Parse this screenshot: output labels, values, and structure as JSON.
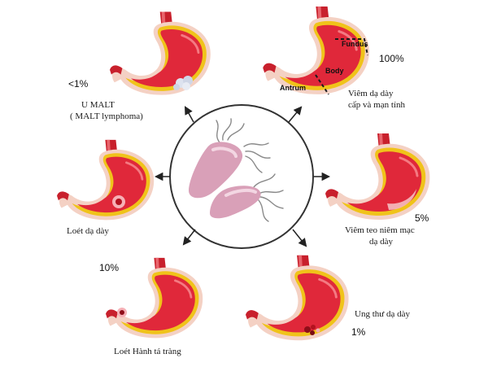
{
  "colors": {
    "stomach_outer": "#f4d1c4",
    "stomach_inner": "#e0283a",
    "stomach_lining": "#f0c31a",
    "esophagus": "#c8202c",
    "arrow": "#222222",
    "circle_border": "#333333",
    "bacteria": "#d9a0b8"
  },
  "center": {
    "icon": "h-pylori-bacteria-icon"
  },
  "stomachs": {
    "malt": {
      "icon": "stomach-malt-icon",
      "percent": "<1%",
      "label_lines": [
        "U MALT",
        "( MALT lymphoma)"
      ]
    },
    "gastritis": {
      "icon": "stomach-gastritis-icon",
      "percent": "100%",
      "label_lines": [
        "Viêm dạ dày",
        "cấp và mạn tính"
      ],
      "anatomy": {
        "fundus": "Fundus",
        "body": "Body",
        "antrum": "Antrum"
      }
    },
    "ulcer": {
      "icon": "stomach-ulcer-icon",
      "label_lines": [
        "Loét dạ dày"
      ]
    },
    "atrophic": {
      "icon": "stomach-atrophic-icon",
      "percent": "5%",
      "label_lines": [
        "Viêm teo niêm mạc",
        "dạ dày"
      ]
    },
    "duodenal": {
      "icon": "stomach-duodenal-ulcer-icon",
      "percent": "10%",
      "label_lines": [
        "Loét Hành tá tràng"
      ]
    },
    "cancer": {
      "icon": "stomach-cancer-icon",
      "percent": "1%",
      "label_lines": [
        "Ung thư dạ dày"
      ]
    }
  }
}
